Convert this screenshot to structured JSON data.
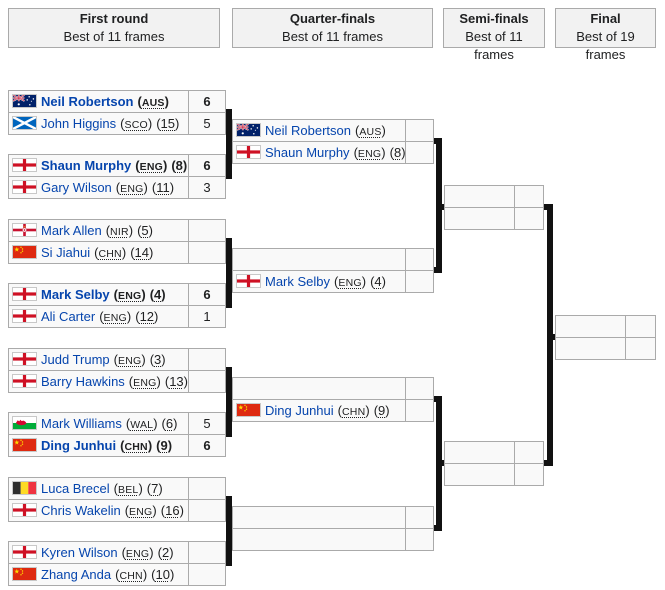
{
  "colors": {
    "link": "#0645ad",
    "cell-border": "#aaaaaa",
    "cell-bg": "#f9f9f9",
    "header-bg": "#f2f2f2",
    "text": "#202122",
    "connector": "#111111"
  },
  "headers": [
    {
      "title": "First round",
      "subtitle": "Best of 11 frames"
    },
    {
      "title": "Quarter-finals",
      "subtitle": "Best of 11 frames"
    },
    {
      "title": "Semi-finals",
      "subtitle": "Best of 11 frames"
    },
    {
      "title": "Final",
      "subtitle": "Best of 19 frames"
    }
  ],
  "rounds": [
    {
      "label": "first-round",
      "matches": [
        {
          "players": [
            {
              "flag": "aus",
              "name": "Neil Robertson",
              "country": "AUS",
              "seed": "",
              "score": "6",
              "winner": true
            },
            {
              "flag": "sco",
              "name": "John Higgins",
              "country": "SCO",
              "seed": "15",
              "score": "5",
              "winner": false
            }
          ]
        },
        {
          "players": [
            {
              "flag": "eng",
              "name": "Shaun Murphy",
              "country": "ENG",
              "seed": "8",
              "score": "6",
              "winner": true
            },
            {
              "flag": "eng",
              "name": "Gary Wilson",
              "country": "ENG",
              "seed": "11",
              "score": "3",
              "winner": false
            }
          ]
        },
        {
          "players": [
            {
              "flag": "nir",
              "name": "Mark Allen",
              "country": "NIR",
              "seed": "5",
              "score": "",
              "winner": false
            },
            {
              "flag": "chn",
              "name": "Si Jiahui",
              "country": "CHN",
              "seed": "14",
              "score": "",
              "winner": false
            }
          ]
        },
        {
          "players": [
            {
              "flag": "eng",
              "name": "Mark Selby",
              "country": "ENG",
              "seed": "4",
              "score": "6",
              "winner": true
            },
            {
              "flag": "eng",
              "name": "Ali Carter",
              "country": "ENG",
              "seed": "12",
              "score": "1",
              "winner": false
            }
          ]
        },
        {
          "players": [
            {
              "flag": "eng",
              "name": "Judd Trump",
              "country": "ENG",
              "seed": "3",
              "score": "",
              "winner": false
            },
            {
              "flag": "eng",
              "name": "Barry Hawkins",
              "country": "ENG",
              "seed": "13",
              "score": "",
              "winner": false
            }
          ]
        },
        {
          "players": [
            {
              "flag": "wal",
              "name": "Mark Williams",
              "country": "WAL",
              "seed": "6",
              "score": "5",
              "winner": false
            },
            {
              "flag": "chn",
              "name": "Ding Junhui",
              "country": "CHN",
              "seed": "9",
              "score": "6",
              "winner": true
            }
          ]
        },
        {
          "players": [
            {
              "flag": "bel",
              "name": "Luca Brecel",
              "country": "BEL",
              "seed": "7",
              "score": "",
              "winner": false
            },
            {
              "flag": "eng",
              "name": "Chris Wakelin",
              "country": "ENG",
              "seed": "16",
              "score": "",
              "winner": false
            }
          ]
        },
        {
          "players": [
            {
              "flag": "eng",
              "name": "Kyren Wilson",
              "country": "ENG",
              "seed": "2",
              "score": "",
              "winner": false
            },
            {
              "flag": "chn",
              "name": "Zhang Anda",
              "country": "CHN",
              "seed": "10",
              "score": "",
              "winner": false
            }
          ]
        }
      ]
    },
    {
      "label": "quarter-final",
      "matches": [
        {
          "players": [
            {
              "flag": "aus",
              "name": "Neil Robertson",
              "country": "AUS",
              "seed": "",
              "score": "",
              "winner": false
            },
            {
              "flag": "eng",
              "name": "Shaun Murphy",
              "country": "ENG",
              "seed": "8",
              "score": "",
              "winner": false
            }
          ]
        },
        {
          "players": [
            {
              "flag": "",
              "name": "",
              "country": "",
              "seed": "",
              "score": "",
              "winner": false
            },
            {
              "flag": "eng",
              "name": "Mark Selby",
              "country": "ENG",
              "seed": "4",
              "score": "",
              "winner": false
            }
          ]
        },
        {
          "players": [
            {
              "flag": "",
              "name": "",
              "country": "",
              "seed": "",
              "score": "",
              "winner": false
            },
            {
              "flag": "chn",
              "name": "Ding Junhui",
              "country": "CHN",
              "seed": "9",
              "score": "",
              "winner": false
            }
          ]
        },
        {
          "players": [
            {
              "flag": "",
              "name": "",
              "country": "",
              "seed": "",
              "score": "",
              "winner": false
            },
            {
              "flag": "",
              "name": "",
              "country": "",
              "seed": "",
              "score": "",
              "winner": false
            }
          ]
        }
      ]
    },
    {
      "label": "semi-final",
      "matches": [
        {
          "players": [
            {
              "flag": "",
              "name": "",
              "country": "",
              "seed": "",
              "score": "",
              "winner": false
            },
            {
              "flag": "",
              "name": "",
              "country": "",
              "seed": "",
              "score": "",
              "winner": false
            }
          ]
        },
        {
          "players": [
            {
              "flag": "",
              "name": "",
              "country": "",
              "seed": "",
              "score": "",
              "winner": false
            },
            {
              "flag": "",
              "name": "",
              "country": "",
              "seed": "",
              "score": "",
              "winner": false
            }
          ]
        }
      ]
    },
    {
      "label": "final",
      "matches": [
        {
          "players": [
            {
              "flag": "",
              "name": "",
              "country": "",
              "seed": "",
              "score": "",
              "winner": false
            },
            {
              "flag": "",
              "name": "",
              "country": "",
              "seed": "",
              "score": "",
              "winner": false
            }
          ]
        }
      ]
    }
  ]
}
